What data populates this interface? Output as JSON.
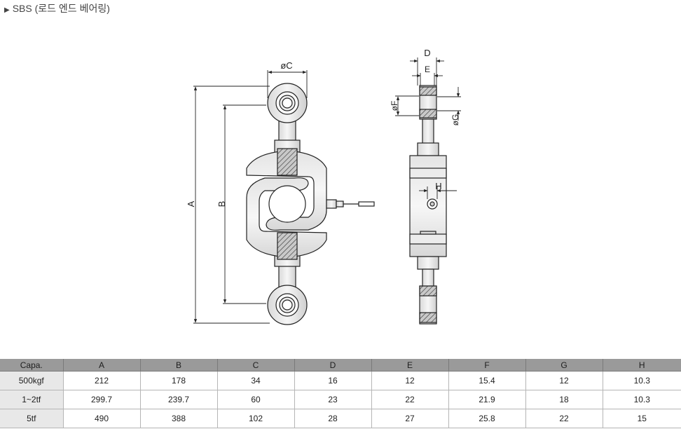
{
  "title": {
    "marker": "▶",
    "text": "SBS (로드 엔드 베어링)"
  },
  "dimension_labels": {
    "A": "A",
    "B": "B",
    "C": "øC",
    "D": "D",
    "E": "E",
    "F": "øF",
    "G": "øG",
    "H": "H"
  },
  "table": {
    "headers": [
      "Capa.",
      "A",
      "B",
      "C",
      "D",
      "E",
      "F",
      "G",
      "H"
    ],
    "rows": [
      [
        "500kgf",
        "212",
        "178",
        "34",
        "16",
        "12",
        "15.4",
        "12",
        "10.3"
      ],
      [
        "1~2tf",
        "299.7",
        "239.7",
        "60",
        "23",
        "22",
        "21.9",
        "18",
        "10.3"
      ],
      [
        "5tf",
        "490",
        "388",
        "102",
        "28",
        "27",
        "25.8",
        "22",
        "15"
      ]
    ]
  }
}
